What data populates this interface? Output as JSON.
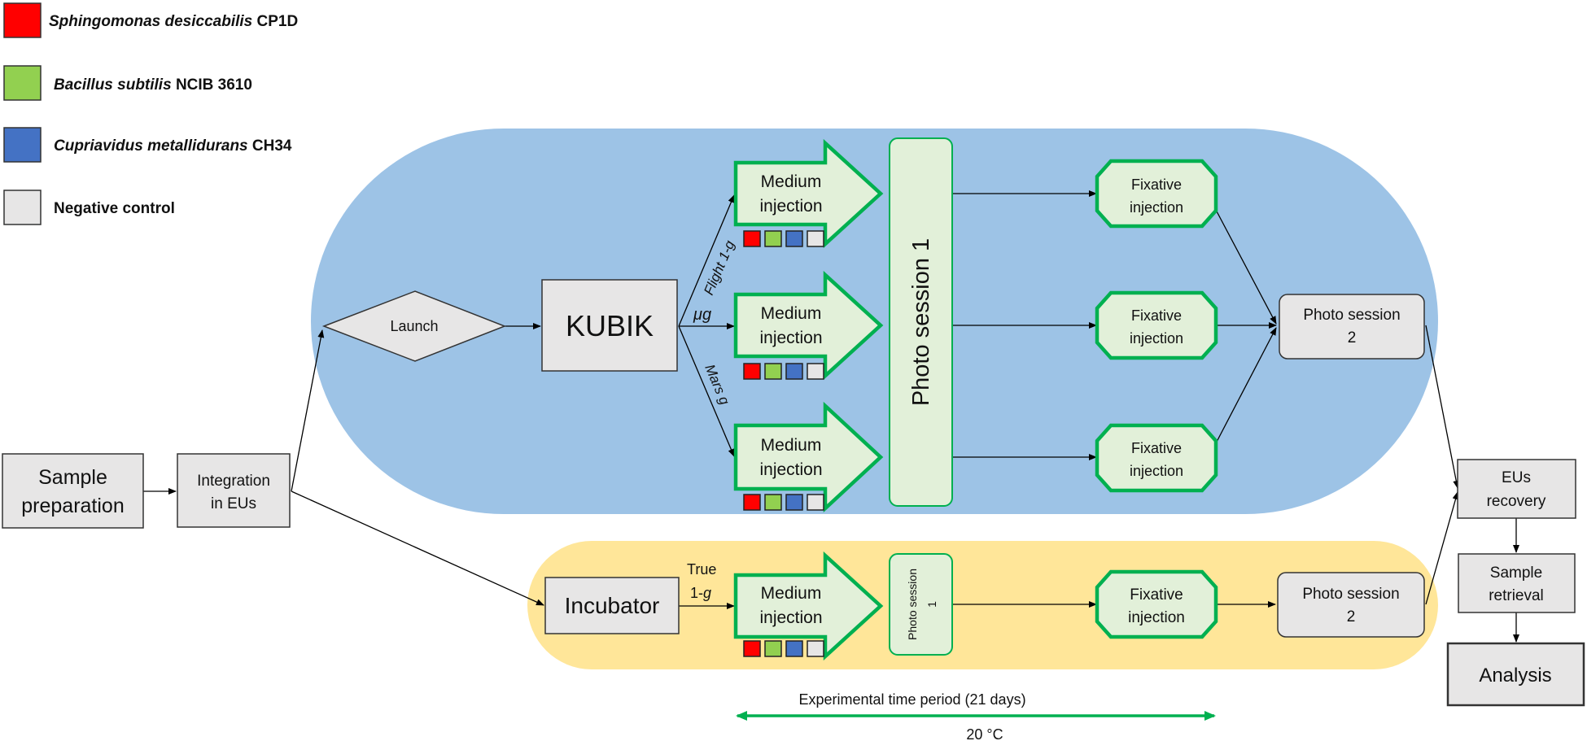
{
  "legend": {
    "items": [
      {
        "species": "Sphingomonas desiccabilis",
        "strain": "CP1D",
        "color": "#ff0000"
      },
      {
        "species": "Bacillus subtilis",
        "strain": "NCIB 3610",
        "color": "#92d050"
      },
      {
        "species": "Cupriavidus metallidurans",
        "strain": "CH34",
        "color": "#4472c4"
      },
      {
        "species": "",
        "strain": "Negative control",
        "color": "#e7e6e6"
      }
    ]
  },
  "colors": {
    "flight_zone": "#9dc3e6",
    "ground_zone": "#ffe699",
    "process_fill": "#e7e6e6",
    "green_fill": "#e2f0d9",
    "green_stroke": "#00b050",
    "arrow": "#000000"
  },
  "nodes": {
    "sample_prep": {
      "line1": "Sample",
      "line2": "preparation"
    },
    "integration": {
      "line1": "Integration",
      "line2": "in EUs"
    },
    "launch": "Launch",
    "kubik": "KUBIK",
    "incubator": "Incubator",
    "medium_line1": "Medium",
    "medium_line2": "injection",
    "fixative_line1": "Fixative",
    "fixative_line2": "injection",
    "photo1": "Photo session 1",
    "photo1_small": {
      "line1": "Photo session",
      "line2": "1"
    },
    "photo2": {
      "line1": "Photo session",
      "line2": "2"
    },
    "eus_recovery": {
      "line1": "EUs",
      "line2": "recovery"
    },
    "sample_retrieval": {
      "line1": "Sample",
      "line2": "retrieval"
    },
    "analysis": "Analysis"
  },
  "branch_labels": {
    "flight": {
      "prefix": "Flight 1-",
      "g": "g"
    },
    "micro": {
      "mu": "μ",
      "g": "g"
    },
    "mars": {
      "prefix": "Mars ",
      "g": "g"
    },
    "true": {
      "line1": "True",
      "line2_prefix": "1-",
      "g": "g"
    }
  },
  "timeline": {
    "label": "Experimental time period (21 days)",
    "temperature": "20 °C"
  }
}
